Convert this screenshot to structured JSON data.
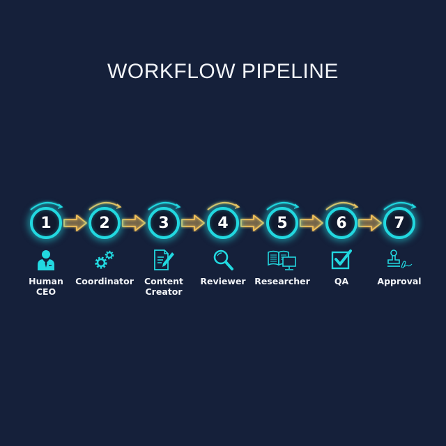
{
  "title": "WORKFLOW PIPELINE",
  "colors": {
    "background": "#15203a",
    "ring": "#22d8e0",
    "arrow": "#f2c15a",
    "text": "#f2f4f8"
  },
  "steps": [
    {
      "number": "1",
      "label_line1": "Human",
      "label_line2": "CEO",
      "icon": "person-icon",
      "arc_color": "cyan"
    },
    {
      "number": "2",
      "label_line1": "Coordinator",
      "label_line2": "",
      "icon": "gears-icon",
      "arc_color": "gold"
    },
    {
      "number": "3",
      "label_line1": "Content",
      "label_line2": "Creator",
      "icon": "document-pen-icon",
      "arc_color": "cyan"
    },
    {
      "number": "4",
      "label_line1": "Reviewer",
      "label_line2": "",
      "icon": "magnifier-icon",
      "arc_color": "gold"
    },
    {
      "number": "5",
      "label_line1": "Researcher",
      "label_line2": "",
      "icon": "book-computer-icon",
      "arc_color": "cyan"
    },
    {
      "number": "6",
      "label_line1": "QA",
      "label_line2": "",
      "icon": "checkbox-icon",
      "arc_color": "gold"
    },
    {
      "number": "7",
      "label_line1": "Approval",
      "label_line2": "",
      "icon": "stamp-signature-icon",
      "arc_color": "cyan"
    }
  ]
}
